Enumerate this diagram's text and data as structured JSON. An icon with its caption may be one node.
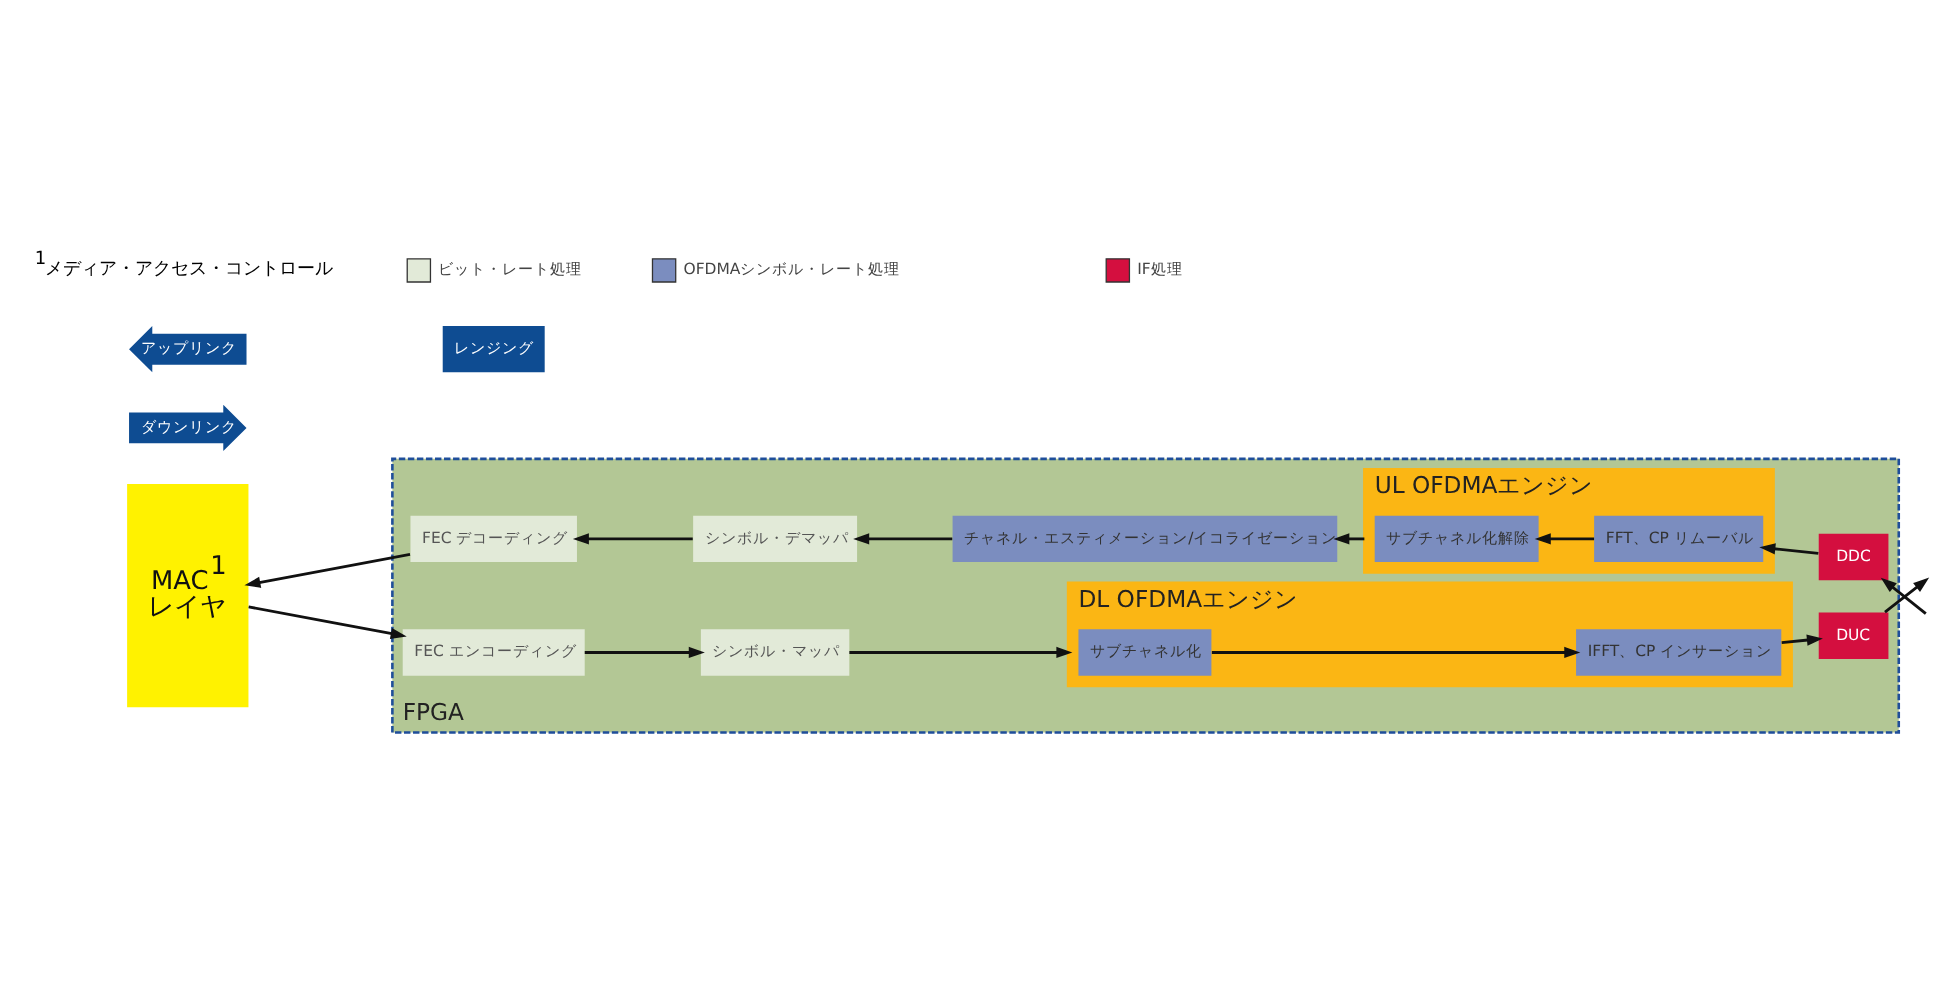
{
  "diagram": {
    "nodes": [
      {
        "text": [
          "MAC$^{1}$ レイヤ"
        ]
      },
      {
        "text": [
          "FPGA"
        ]
      },
      {
        "text": [
          "FEC エンコーディング"
        ],
        "in": 1
      },
      {
        "text": [
          "シンボル・マッパ"
        ],
        "in": 1
      },
      {
        "text": [
          "DL OFDMAエンジン"
        ],
        "in": 1
      },
      {
        "text": [
          "サブチャネル化"
        ],
        "in": 4
      },
      {
        "text": [
          "IFFT、CP インサーション"
        ],
        "in": 4
      },
      {
        "text": [
          "DUC"
        ],
        "in": 1
      },
      {
        "text": [
          "UL OFDMAエンジン"
        ],
        "in": 1
      },
      {
        "text": [
          "サブチャネル化解除"
        ],
        "in": 8
      },
      {
        "text": [
          "FFT、CP リムーバル"
        ],
        "in": 8
      },
      {
        "text": [
          "DDC"
        ],
        "in": 1
      },
      {
        "text": [
          "チャネル・エスティメーション/イコライゼーション"
        ],
        "in": 1
      },
      {
        "text": [
          "シンボル・デマッパ"
        ],
        "in": 1
      },
      {
        "text": [
          "FEC デコーディング"
        ],
        "in": 1
      },
      {
        "text": [
          "ダウンリンク"
        ]
      },
      {
        "text": [
          "アップリンク"
        ]
      },
      {
        "text": [
          "レンジング"
        ]
      }
    ],
    "edges": [
      {
        "from": 0,
        "to": 2,
        "arrow": "to"
      },
      {
        "from": 2,
        "to": 3,
        "arrow": "to"
      },
      {
        "from": 3,
        "to": 4,
        "arrow": "to"
      },
      {
        "from": 5,
        "to": 6,
        "arrow": "to"
      },
      {
        "from": 6,
        "to": 7,
        "arrow": "to"
      },
      {
        "from": 7,
        "to": null,
        "arrow": "to"
      },
      {
        "from": null,
        "to": 11,
        "arrow": "to"
      },
      {
        "from": 11,
        "to": 10,
        "arrow": "to"
      },
      {
        "from": 10,
        "to": 9,
        "arrow": "to"
      },
      {
        "from": 8,
        "to": 12,
        "arrow": "to"
      },
      {
        "from": 12,
        "to": 13,
        "arrow": "to"
      },
      {
        "from": 13,
        "to": 14,
        "arrow": "to"
      },
      {
        "from": 14,
        "to": 0,
        "arrow": "to"
      }
    ],
    "labels": [
      "$^{1}$メディア・アクセス・コントロール"
    ],
    "legend": [
      {
        "text": "ビット・レート処理",
        "color": "#e2ead8"
      },
      {
        "text": "OFDMAシンボル・レート処理",
        "color": "#7b8dbf"
      },
      {
        "text": "IF処理",
        "color": "#d40f3f"
      }
    ]
  }
}
